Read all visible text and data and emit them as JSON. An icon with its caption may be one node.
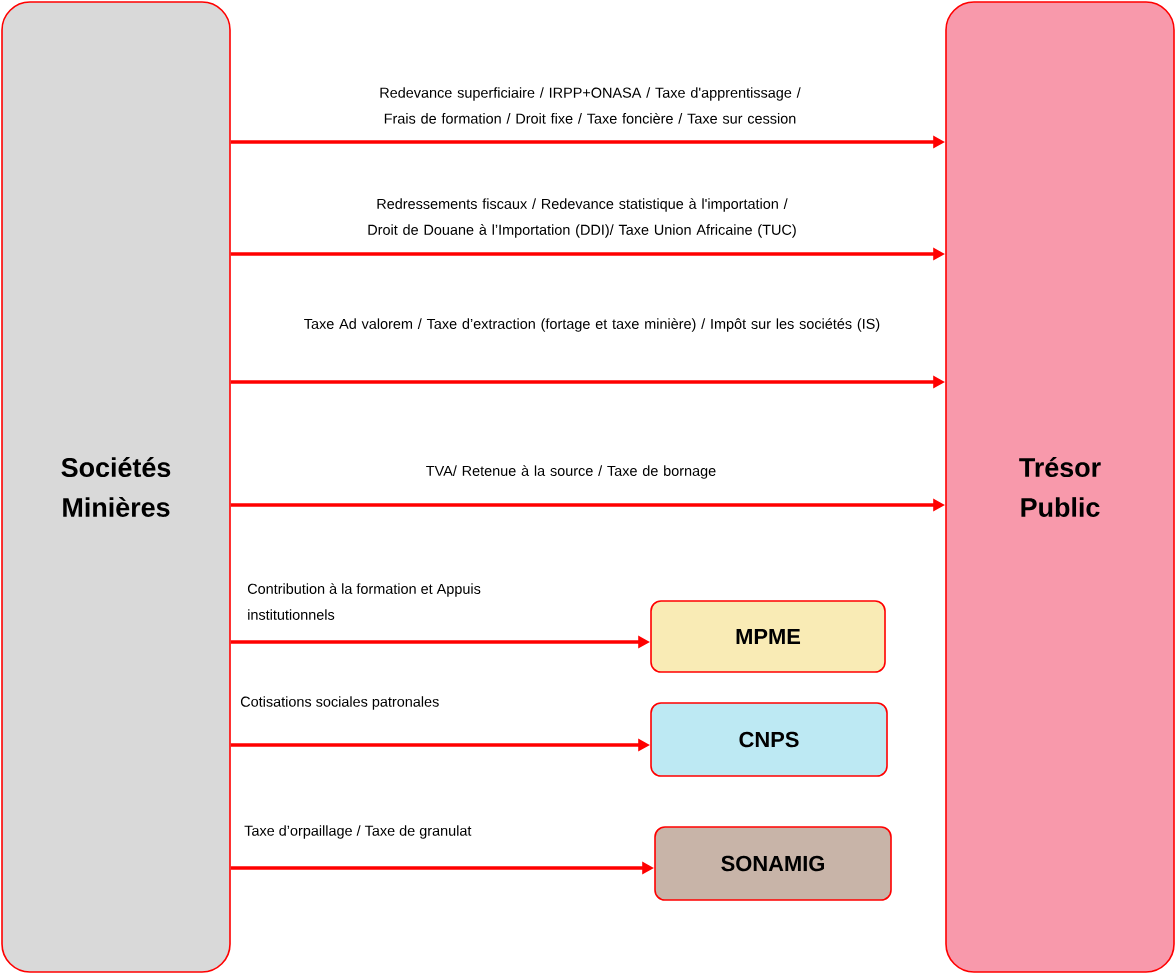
{
  "diagram": {
    "nodes": [
      {
        "text": [
          "Sociétés Minières"
        ]
      },
      {
        "text": [
          "Trésor Public"
        ]
      },
      {
        "text": [
          "MPME"
        ]
      },
      {
        "text": [
          "CNPS"
        ]
      },
      {
        "text": [
          "SONAMIG"
        ]
      }
    ],
    "edges": [
      {
        "from": 0,
        "to": 1,
        "arrow": "to",
        "label": "Redevance superficiaire / IRPP+ONASA / Taxe d'apprentissage / Frais de formation / Droit fixe / Taxe foncière / Taxe sur cession"
      },
      {
        "from": 0,
        "to": 1,
        "arrow": "to",
        "label": "Redressements fiscaux / Redevance statistique à l'importation / Droit de Douane à l’Importation (DDI)/ Taxe Union Africaine (TUC)"
      },
      {
        "from": 0,
        "to": 1,
        "arrow": "to",
        "label": "Taxe Ad valorem / Taxe d’extraction (fortage et taxe minière) / Impôt sur les sociétés (IS)"
      },
      {
        "from": 0,
        "to": 1,
        "arrow": "to",
        "label": "TVA/ Retenue à la source / Taxe de bornage"
      },
      {
        "from": 0,
        "to": 2,
        "arrow": "to",
        "label": "Contribution à la formation et Appuis institutionnels"
      },
      {
        "from": 0,
        "to": 3,
        "arrow": "to",
        "label": "Cotisations sociales patronales"
      },
      {
        "from": 0,
        "to": 4,
        "arrow": "to",
        "label": "Taxe d’orpaillage / Taxe de granulat"
      }
    ]
  }
}
